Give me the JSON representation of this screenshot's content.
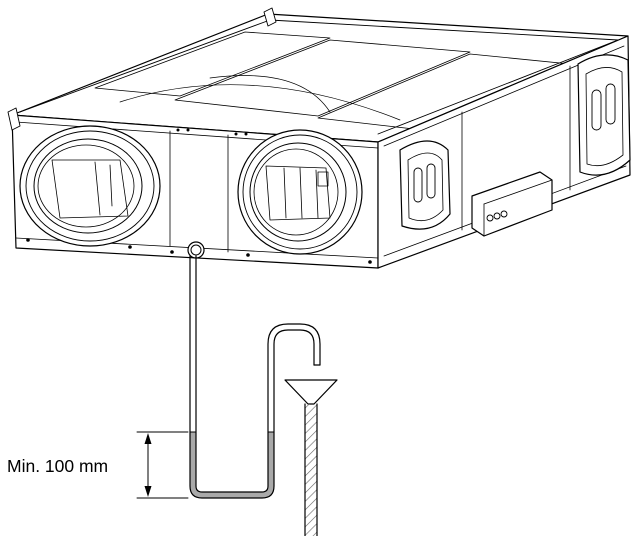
{
  "diagram": {
    "dimension": {
      "label": "Min. 100 mm"
    },
    "colors": {
      "line": "#000000",
      "water": "#a9a9a9",
      "pipe_hatch": "#666666",
      "background": "#ffffff"
    },
    "components": [
      "ventilation-unit",
      "duct-connection",
      "condensate-drain-outlet",
      "condensate-hose",
      "water-trap",
      "drain-funnel",
      "drain-pipe"
    ]
  }
}
